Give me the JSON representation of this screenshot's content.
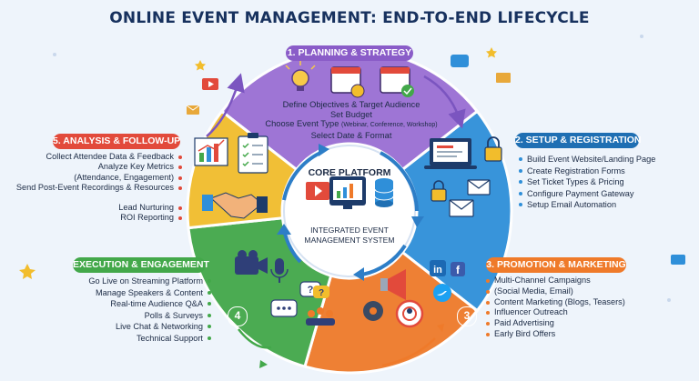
{
  "title": "ONLINE EVENT MANAGEMENT: END-TO-END LIFECYCLE",
  "colors": {
    "planning": "#9a6fd3",
    "setup": "#2f8fd9",
    "promotion": "#ef7a2a",
    "execution": "#43a84a",
    "analysis": "#f2bd2c",
    "analysis_label": "#e24a3b",
    "center_arrow": "#2d7ec7"
  },
  "planning": {
    "label": "1. PLANNING & STRATEGY",
    "items": [
      "Define Objectives & Target Audience",
      "Set Budget",
      "Choose Event Type",
      "(Webinar, Conference, Workshop)",
      "Select Date & Format"
    ]
  },
  "setup": {
    "label": "2. SETUP & REGISTRATION",
    "items": [
      "Build Event Website/Landing Page",
      "Create Registration Forms",
      "Set Ticket Types & Pricing",
      "Configure Payment Gateway",
      "Setup Email Automation"
    ]
  },
  "promotion": {
    "label": "3. PROMOTION & MARKETING",
    "number": "3",
    "items": [
      "Multi-Channel Campaigns",
      "(Social Media, Email)",
      "Content Marketing (Blogs, Teasers)",
      "Influencer Outreach",
      "Paid Advertising",
      "Early Bird Offers"
    ]
  },
  "execution": {
    "label": "EXECUTION & ENGAGEMENT",
    "number": "4",
    "items": [
      "Go Live on Streaming Platform",
      "Manage Speakers & Content",
      "Real-time Audience Q&A",
      "Polls & Surveys",
      "Live Chat & Networking",
      "Technical Support"
    ]
  },
  "analysis": {
    "label": "5. ANALYSIS & FOLLOW-UP",
    "items": [
      "Collect Attendee Data & Feedback",
      "Analyze Key Metrics",
      "(Attendance, Engagement)",
      "Send Post-Event Recordings & Resources",
      "Lead Nurturing",
      "ROI Reporting"
    ]
  },
  "core": {
    "title": "CORE PLATFORM",
    "subtitle_line1": "INTEGRATED EVENT",
    "subtitle_line2": "MANAGEMENT SYSTEM"
  },
  "icons": [
    "lightbulb-icon",
    "calendar-dollar-icon",
    "calendar-check-icon",
    "laptop-form-icon",
    "padlock-icon",
    "envelope-icon",
    "linkedin-icon",
    "facebook-icon",
    "twitter-icon",
    "megaphone-icon",
    "gear-icon",
    "target-person-icon",
    "video-camera-icon",
    "microphone-icon",
    "chat-bubble-icon",
    "question-bubble-icon",
    "audience-icon",
    "bar-chart-icon",
    "checklist-icon",
    "handshake-icon",
    "monitor-play-icon",
    "database-icon"
  ]
}
